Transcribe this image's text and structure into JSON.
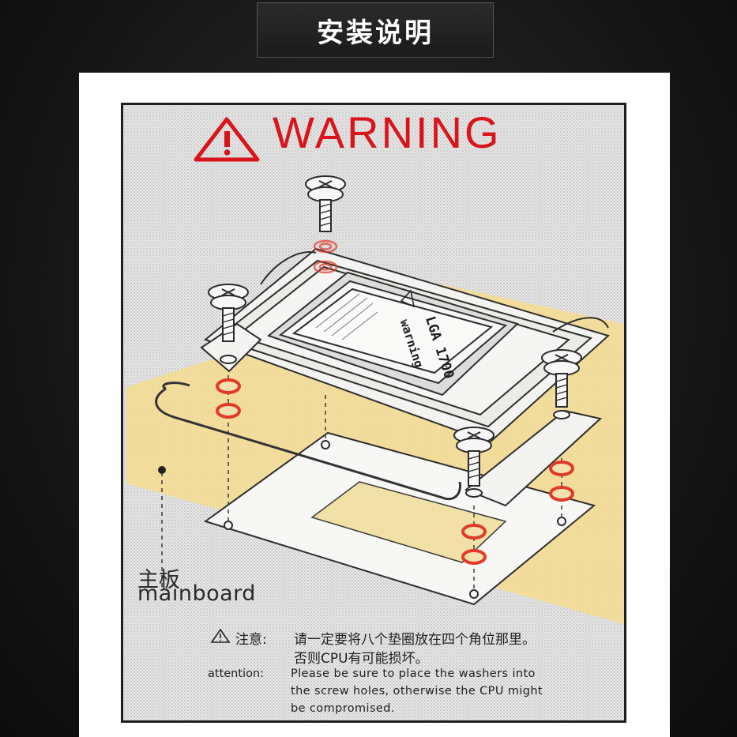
{
  "header": {
    "title": "安装说明"
  },
  "diagram": {
    "warning_title": "WARNING",
    "socket_model": "LGA 1700",
    "socket_warning": "warning",
    "mainboard_label_cn": "主板",
    "mainboard_label_en": "mainboard"
  },
  "notice": {
    "cn_heading": "注意:",
    "cn_line1": "请一定要将八个垫圈放在四个角位那里。",
    "cn_line2": "否则CPU有可能损坏。",
    "en_heading": "attention:",
    "en_line1": "Please be sure to place the washers into",
    "en_line2": "the screw holes, otherwise the CPU might",
    "en_line3": "be compromised."
  },
  "colors": {
    "warning_red": "#d9141b",
    "washer_red": "#e23a2a",
    "mainboard_yellow": "#f4dc90",
    "line_dark": "#333333"
  },
  "icons": [
    "warning-triangle-icon",
    "caution-icon",
    "screw-icon",
    "washer-icon"
  ]
}
